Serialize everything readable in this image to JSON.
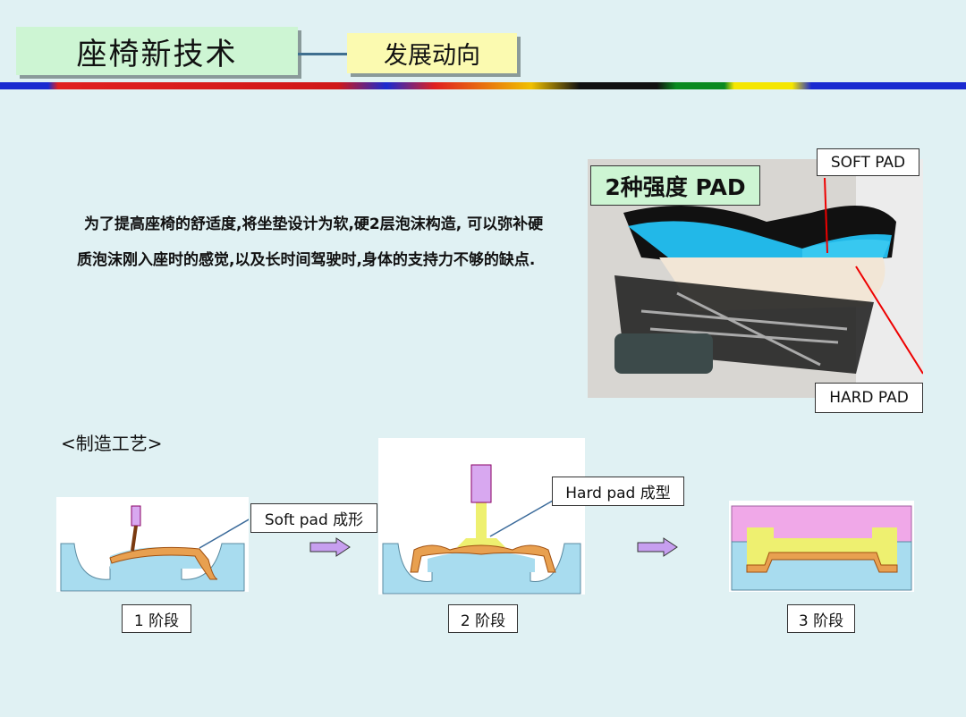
{
  "header": {
    "title": "座椅新技术",
    "subtitle": "发展动向"
  },
  "body": {
    "paragraph": "为了提高座椅的舒适度,将坐垫设计为软,硬2层泡沫构造, 可以弥补硬质泡沫刚入座时的感觉,以及长时间驾驶时,身体的支持力不够的缺点."
  },
  "photo": {
    "caption": "2种强度 PAD",
    "soft_label": "SOFT PAD",
    "hard_label": "HARD PAD"
  },
  "process": {
    "heading": "<制造工艺>",
    "stages": [
      {
        "label": "1 阶段",
        "callout": "Soft pad 成形"
      },
      {
        "label": "2 阶段",
        "callout": "Hard pad 成型"
      },
      {
        "label": "3 阶段"
      }
    ]
  },
  "colors": {
    "title_bg": "#cdf5d3",
    "subtitle_bg": "#fbfab0",
    "mold": "#a8dcef",
    "soft": "#e8a050",
    "hard": "#eef070",
    "lid": "#f0a8e8",
    "arrow": "#c79ff0"
  }
}
